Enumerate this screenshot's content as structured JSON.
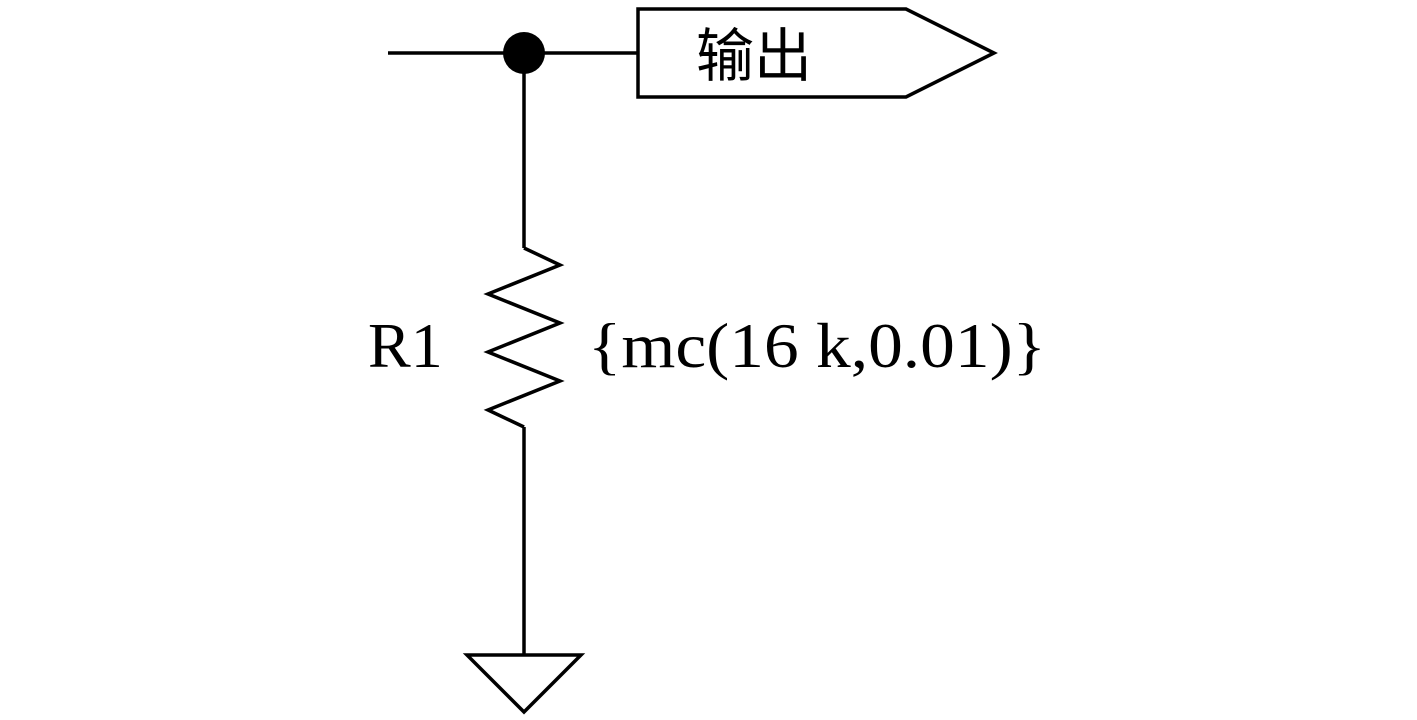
{
  "output_port": {
    "label": "输出"
  },
  "resistor": {
    "ref": "R1",
    "value": "{mc(16 k,0.01)}"
  },
  "colors": {
    "stroke": "#000000",
    "background": "#ffffff"
  }
}
